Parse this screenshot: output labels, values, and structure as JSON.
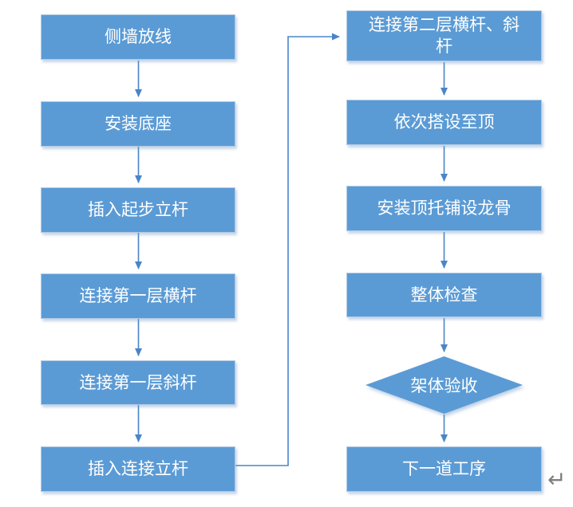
{
  "colors": {
    "node_fill": "#5B9BD5",
    "node_border": "#B3CBE5",
    "arrow": "#4A85C8",
    "node_text": "#FFFFFF",
    "return_mark": "#7F7F7F",
    "background": "#FFFFFF"
  },
  "flowchart": {
    "left_column": [
      {
        "label": "侧墙放线",
        "shape": "rect"
      },
      {
        "label": "安装底座",
        "shape": "rect"
      },
      {
        "label": "插入起步立杆",
        "shape": "rect"
      },
      {
        "label": "连接第一层横杆",
        "shape": "rect"
      },
      {
        "label": "连接第一层斜杆",
        "shape": "rect"
      },
      {
        "label": "插入连接立杆",
        "shape": "rect"
      }
    ],
    "right_column": [
      {
        "label": "连接第二层横杆、斜杆",
        "shape": "rect"
      },
      {
        "label": "依次搭设至顶",
        "shape": "rect"
      },
      {
        "label": "安装顶托铺设龙骨",
        "shape": "rect"
      },
      {
        "label": "整体检查",
        "shape": "rect"
      },
      {
        "label": "架体验收",
        "shape": "diamond"
      },
      {
        "label": "下一道工序",
        "shape": "rect"
      }
    ],
    "return_mark": "↵"
  }
}
